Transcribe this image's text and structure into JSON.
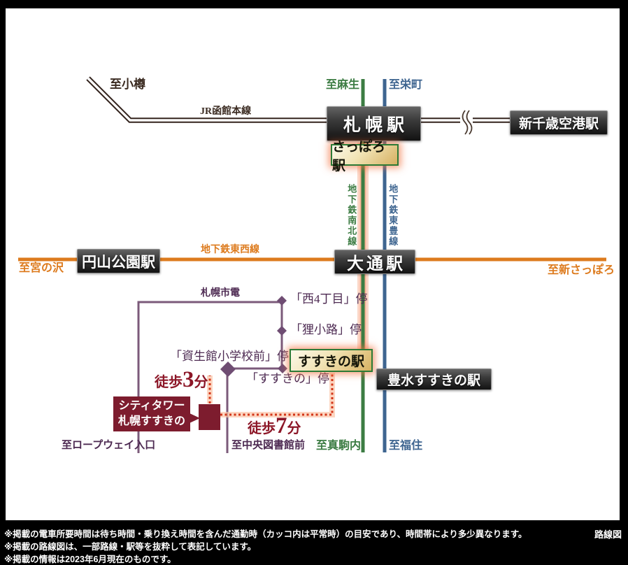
{
  "jr": {
    "line_label": "JR函館本線",
    "to_otaru": "至小樽",
    "sapporo_station": "札幌駅",
    "new_chitose_station": "新千歳空港駅"
  },
  "subway": {
    "sapporo_subway_station": "さっぽろ駅",
    "namboku": {
      "label": "地下鉄南北線",
      "to_top": "至麻生",
      "to_bottom": "至真駒内",
      "susukino_station": "すすきの駅"
    },
    "toho": {
      "label": "地下鉄東豊線",
      "to_top": "至栄町",
      "to_bottom": "至福住",
      "hosui_station": "豊水すすきの駅"
    },
    "tozai": {
      "label": "地下鉄東西線",
      "to_left": "至宮の沢",
      "to_right": "至新さっぽろ",
      "maruyama_station": "円山公園駅",
      "odori_station": "大通駅"
    }
  },
  "shiden": {
    "label": "札幌市電",
    "stop_nishi4": "「西4丁目」停",
    "stop_tanukikoji": "「狸小路」停",
    "stop_shiseikan": "「資生館小学校前」停",
    "stop_susukino": "「すすきの」停",
    "to_ropeway": "至ロープウェイ入口",
    "to_library": "至中央図書館前"
  },
  "property": {
    "line1": "シティタワー",
    "line2": "札幌すすきの"
  },
  "walk_shiseikan": {
    "prefix": "徒歩",
    "minutes": "3",
    "suffix": "分"
  },
  "walk_susukino": {
    "prefix": "徒歩",
    "minutes": "7",
    "suffix": "分"
  },
  "footer": {
    "notes": [
      "※掲載の電車所要時間は待ち時間・乗り換え時間を含んだ通勤時（カッコ内は平常時）の目安であり、時間帯により多少異なります。",
      "※掲載の路線図は、一部路線・駅等を抜粋して表記しています。",
      "※掲載の情報は2023年6月現在のものです。"
    ],
    "corner": "路線図"
  },
  "colors": {
    "jr_line": "#33231d",
    "namboku_line": "#3c7c43",
    "toho_line": "#3e6590",
    "tozai_line": "#dd7b1e",
    "shiden_line": "#7b5a7a",
    "property": "#7d1c2e",
    "walk_text": "#8c1627",
    "route_glow": "#f5966b",
    "dotted_walk": "#d33518",
    "highlight_box_border": "#2c7a36",
    "highlight_box_gold": "#d7b162"
  }
}
